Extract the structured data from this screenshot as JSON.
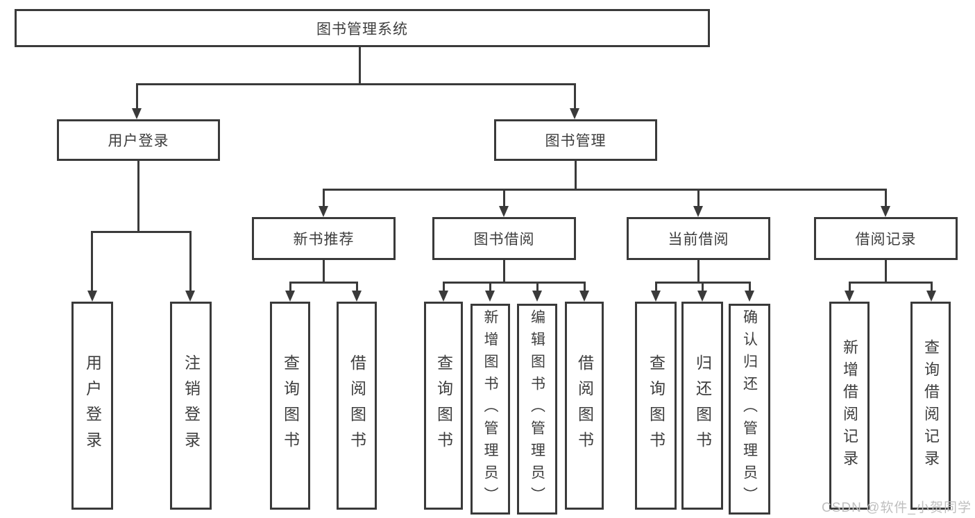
{
  "tree": {
    "root": "图书管理系统",
    "children": [
      {
        "label": "用户登录",
        "children": [
          "用户登录",
          "注销登录"
        ]
      },
      {
        "label": "图书管理",
        "children": [
          {
            "label": "新书推荐",
            "children": [
              "查询图书",
              "借阅图书"
            ]
          },
          {
            "label": "图书借阅",
            "children": [
              "查询图书",
              "新增图书（管理员）",
              "编辑图书（管理员）",
              "借阅图书"
            ]
          },
          {
            "label": "当前借阅",
            "children": [
              "查询图书",
              "归还图书",
              "确认归还（管理员）"
            ]
          },
          {
            "label": "借阅记录",
            "children": [
              "新增借阅记录",
              "查询借阅记录"
            ]
          }
        ]
      }
    ]
  },
  "watermark": "CSDN @软件_小贺同学",
  "colors": {
    "line": "#3a3a3a",
    "text": "#3d3d3d",
    "watermark": "#bfbfbf",
    "background": "#ffffff"
  }
}
